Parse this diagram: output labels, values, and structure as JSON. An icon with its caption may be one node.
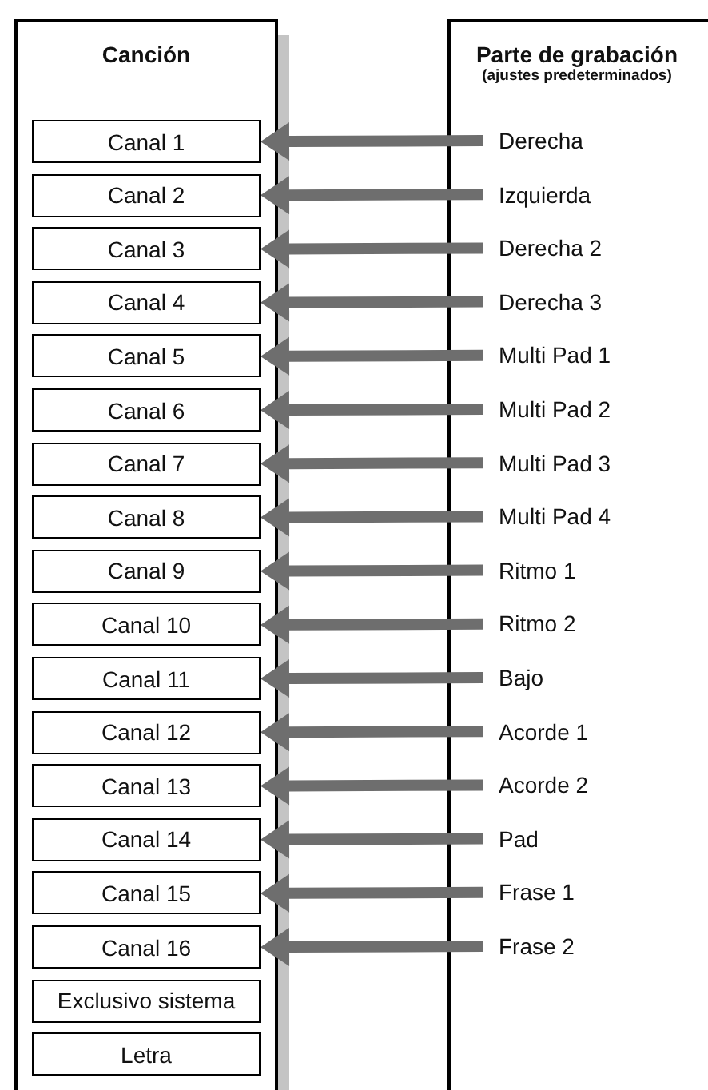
{
  "diagram": {
    "nodes": [
      {
        "text": [
          "Canción"
        ]
      },
      {
        "text": [
          "Canal 1"
        ],
        "in": 0
      },
      {
        "text": [
          "Canal 2"
        ],
        "in": 0
      },
      {
        "text": [
          "Canal 3"
        ],
        "in": 0
      },
      {
        "text": [
          "Canal 4"
        ],
        "in": 0
      },
      {
        "text": [
          "Canal 5"
        ],
        "in": 0
      },
      {
        "text": [
          "Canal 6"
        ],
        "in": 0
      },
      {
        "text": [
          "Canal 7"
        ],
        "in": 0
      },
      {
        "text": [
          "Canal 8"
        ],
        "in": 0
      },
      {
        "text": [
          "Canal 9"
        ],
        "in": 0
      },
      {
        "text": [
          "Canal 10"
        ],
        "in": 0
      },
      {
        "text": [
          "Canal 11"
        ],
        "in": 0
      },
      {
        "text": [
          "Canal 12"
        ],
        "in": 0
      },
      {
        "text": [
          "Canal 13"
        ],
        "in": 0
      },
      {
        "text": [
          "Canal 14"
        ],
        "in": 0
      },
      {
        "text": [
          "Canal 15"
        ],
        "in": 0
      },
      {
        "text": [
          "Canal 16"
        ],
        "in": 0
      },
      {
        "text": [
          "Exclusivo sistema"
        ],
        "in": 0
      },
      {
        "text": [
          "Letra"
        ],
        "in": 0
      },
      {
        "text": [
          "Parte de grabación",
          "(ajustes predeterminados)"
        ]
      },
      {
        "text": [
          "Derecha"
        ],
        "in": 19
      },
      {
        "text": [
          "Izquierda"
        ],
        "in": 19
      },
      {
        "text": [
          "Derecha 2"
        ],
        "in": 19
      },
      {
        "text": [
          "Derecha 3"
        ],
        "in": 19
      },
      {
        "text": [
          "Multi Pad 1"
        ],
        "in": 19
      },
      {
        "text": [
          "Multi Pad 2"
        ],
        "in": 19
      },
      {
        "text": [
          "Multi Pad 3"
        ],
        "in": 19
      },
      {
        "text": [
          "Multi Pad 4"
        ],
        "in": 19
      },
      {
        "text": [
          "Ritmo 1"
        ],
        "in": 19
      },
      {
        "text": [
          "Ritmo 2"
        ],
        "in": 19
      },
      {
        "text": [
          "Bajo"
        ],
        "in": 19
      },
      {
        "text": [
          "Acorde 1"
        ],
        "in": 19
      },
      {
        "text": [
          "Acorde 2"
        ],
        "in": 19
      },
      {
        "text": [
          "Pad"
        ],
        "in": 19
      },
      {
        "text": [
          "Frase 1"
        ],
        "in": 19
      },
      {
        "text": [
          "Frase 2"
        ],
        "in": 19
      }
    ],
    "edges": [
      {
        "from": 20,
        "to": 1,
        "arrow": "to"
      },
      {
        "from": 21,
        "to": 2,
        "arrow": "to"
      },
      {
        "from": 22,
        "to": 3,
        "arrow": "to"
      },
      {
        "from": 23,
        "to": 4,
        "arrow": "to"
      },
      {
        "from": 24,
        "to": 5,
        "arrow": "to"
      },
      {
        "from": 25,
        "to": 6,
        "arrow": "to"
      },
      {
        "from": 26,
        "to": 7,
        "arrow": "to"
      },
      {
        "from": 27,
        "to": 8,
        "arrow": "to"
      },
      {
        "from": 28,
        "to": 9,
        "arrow": "to"
      },
      {
        "from": 29,
        "to": 10,
        "arrow": "to"
      },
      {
        "from": 30,
        "to": 11,
        "arrow": "to"
      },
      {
        "from": 31,
        "to": 12,
        "arrow": "to"
      },
      {
        "from": 32,
        "to": 13,
        "arrow": "to"
      },
      {
        "from": 33,
        "to": 14,
        "arrow": "to"
      },
      {
        "from": 34,
        "to": 15,
        "arrow": "to"
      },
      {
        "from": 35,
        "to": 16,
        "arrow": "to"
      }
    ]
  }
}
